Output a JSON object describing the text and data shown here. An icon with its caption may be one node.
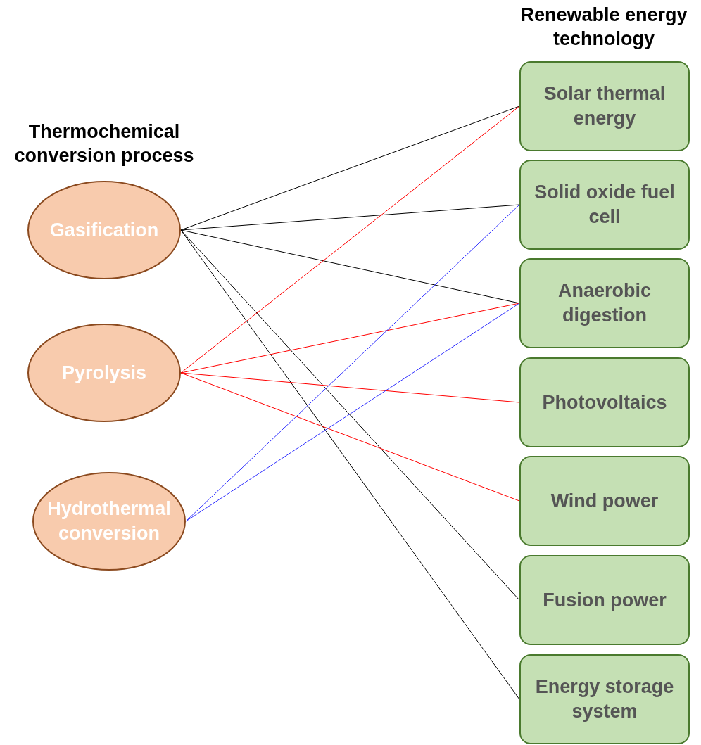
{
  "diagram": {
    "nodes": [
      {
        "text": [
          "Gasification"
        ]
      },
      {
        "text": [
          "Pyrolysis"
        ]
      },
      {
        "text": [
          "Hydrothermal conversion"
        ]
      },
      {
        "text": [
          "Solar thermal energy"
        ]
      },
      {
        "text": [
          "Solid oxide fuel cell"
        ]
      },
      {
        "text": [
          "Anaerobic digestion"
        ]
      },
      {
        "text": [
          "Photovoltaics"
        ]
      },
      {
        "text": [
          "Wind power"
        ]
      },
      {
        "text": [
          "Fusion power"
        ]
      },
      {
        "text": [
          "Energy storage system"
        ]
      }
    ],
    "edges": [
      {
        "from": 0,
        "to": 3,
        "arrow": "none"
      },
      {
        "from": 0,
        "to": 4,
        "arrow": "none"
      },
      {
        "from": 0,
        "to": 5,
        "arrow": "none"
      },
      {
        "from": 0,
        "to": 8,
        "arrow": "none"
      },
      {
        "from": 0,
        "to": 9,
        "arrow": "none"
      },
      {
        "from": 1,
        "to": 3,
        "arrow": "none",
        "color": "#ff0000"
      },
      {
        "from": 1,
        "to": 5,
        "arrow": "none",
        "color": "#ff0000"
      },
      {
        "from": 1,
        "to": 6,
        "arrow": "none",
        "color": "#ff0000"
      },
      {
        "from": 1,
        "to": 7,
        "arrow": "none",
        "color": "#ff0000"
      },
      {
        "from": 2,
        "to": 4,
        "arrow": "none",
        "color": "#3333ff"
      },
      {
        "from": 2,
        "to": 5,
        "arrow": "none",
        "color": "#3333ff"
      }
    ],
    "labels": [
      "Renewable energy technology",
      "Thermochemical conversion process"
    ]
  }
}
